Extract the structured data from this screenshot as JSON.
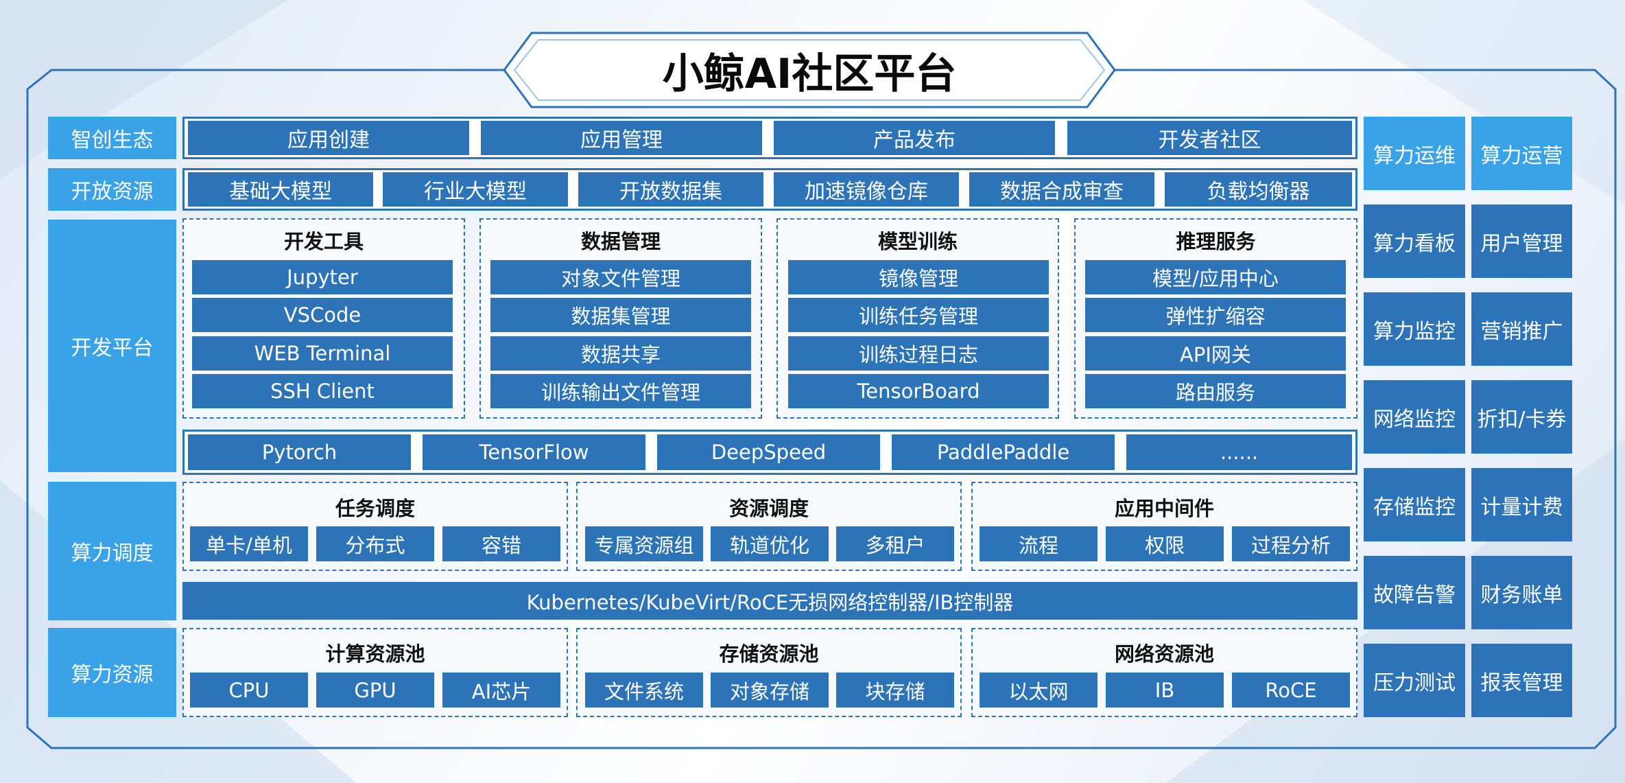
{
  "title": "小鲸AI社区平台",
  "colors": {
    "dark_blue": "#2c73b8",
    "light_blue": "#3aa2e6",
    "border": "#2c73b8"
  },
  "rows": {
    "ecosystem": {
      "label": "智创生态",
      "items": [
        "应用创建",
        "应用管理",
        "产品发布",
        "开发者社区"
      ]
    },
    "open_resources": {
      "label": "开放资源",
      "items": [
        "基础大模型",
        "行业大模型",
        "开放数据集",
        "加速镜像仓库",
        "数据合成审查",
        "负载均衡器"
      ]
    },
    "dev_platform": {
      "label": "开发平台",
      "groups": [
        {
          "title": "开发工具",
          "items": [
            "Jupyter",
            "VSCode",
            "WEB Terminal",
            "SSH Client"
          ]
        },
        {
          "title": "数据管理",
          "items": [
            "对象文件管理",
            "数据集管理",
            "数据共享",
            "训练输出文件管理"
          ]
        },
        {
          "title": "模型训练",
          "items": [
            "镜像管理",
            "训练任务管理",
            "训练过程日志",
            "TensorBoard"
          ]
        },
        {
          "title": "推理服务",
          "items": [
            "模型/应用中心",
            "弹性扩缩容",
            "API网关",
            "路由服务"
          ]
        }
      ],
      "frameworks": [
        "Pytorch",
        "TensorFlow",
        "DeepSpeed",
        "PaddlePaddle",
        "......"
      ]
    },
    "scheduling": {
      "label": "算力调度",
      "groups": [
        {
          "title": "任务调度",
          "items": [
            "单卡/单机",
            "分布式",
            "容错"
          ]
        },
        {
          "title": "资源调度",
          "items": [
            "专属资源组",
            "轨道优化",
            "多租户"
          ]
        },
        {
          "title": "应用中间件",
          "items": [
            "流程",
            "权限",
            "过程分析"
          ]
        }
      ],
      "controller": "Kubernetes/KubeVirt/RoCE无损网络控制器/IB控制器"
    },
    "resources": {
      "label": "算力资源",
      "groups": [
        {
          "title": "计算资源池",
          "items": [
            "CPU",
            "GPU",
            "AI芯片"
          ]
        },
        {
          "title": "存储资源池",
          "items": [
            "文件系统",
            "对象存储",
            "块存储"
          ]
        },
        {
          "title": "网络资源池",
          "items": [
            "以太网",
            "IB",
            "RoCE"
          ]
        }
      ]
    }
  },
  "side_panel": {
    "top": [
      "算力运维",
      "算力运营"
    ],
    "left": [
      "算力看板",
      "算力监控",
      "网络监控",
      "存储监控",
      "故障告警",
      "压力测试"
    ],
    "right": [
      "用户管理",
      "营销推广",
      "折扣/卡券",
      "计量计费",
      "财务账单",
      "报表管理"
    ]
  }
}
